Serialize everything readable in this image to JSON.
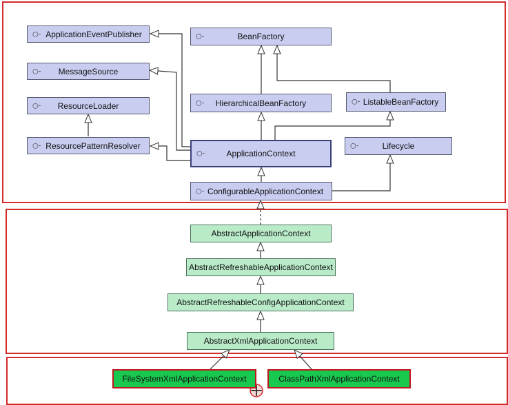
{
  "interfaces": {
    "application_event_publisher": "ApplicationEventPublisher",
    "message_source": "MessageSource",
    "resource_loader": "ResourceLoader",
    "resource_pattern_resolver": "ResourcePatternResolver",
    "bean_factory": "BeanFactory",
    "hierarchical_bean_factory": "HierarchicalBeanFactory",
    "listable_bean_factory": "ListableBeanFactory",
    "application_context": "ApplicationContext",
    "lifecycle": "Lifecycle",
    "configurable_application_context": "ConfigurableApplicationContext"
  },
  "abstract_classes": {
    "abstract_application_context": "AbstractApplicationContext",
    "abstract_refreshable_application_context": "AbstractRefreshableApplicationContext",
    "abstract_refreshable_config_application_context": "AbstractRefreshableConfigApplicationContext",
    "abstract_xml_application_context": "AbstractXmlApplicationContext"
  },
  "implementations": {
    "file_system_xml_application_context": "FileSystemXmlApplicationContext",
    "class_path_xml_application_context": "ClassPathXmlApplicationContext"
  },
  "interface_icon": "○-",
  "colors": {
    "region_border": "#d42a2a",
    "interface_fill": "#c9cdf0",
    "abstract_fill": "#b9ebc9",
    "impl_fill": "#19c84f"
  }
}
